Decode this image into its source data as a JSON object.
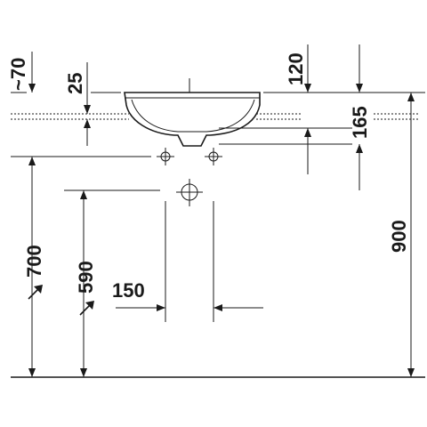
{
  "diagram": {
    "dimensions": {
      "approx_height": "~70",
      "rim_thickness": "25",
      "top_height": "120",
      "bowl_depth": "165",
      "rim_height": "900",
      "tap_height": "700",
      "waste_height": "590",
      "waste_spacing": "150"
    }
  }
}
